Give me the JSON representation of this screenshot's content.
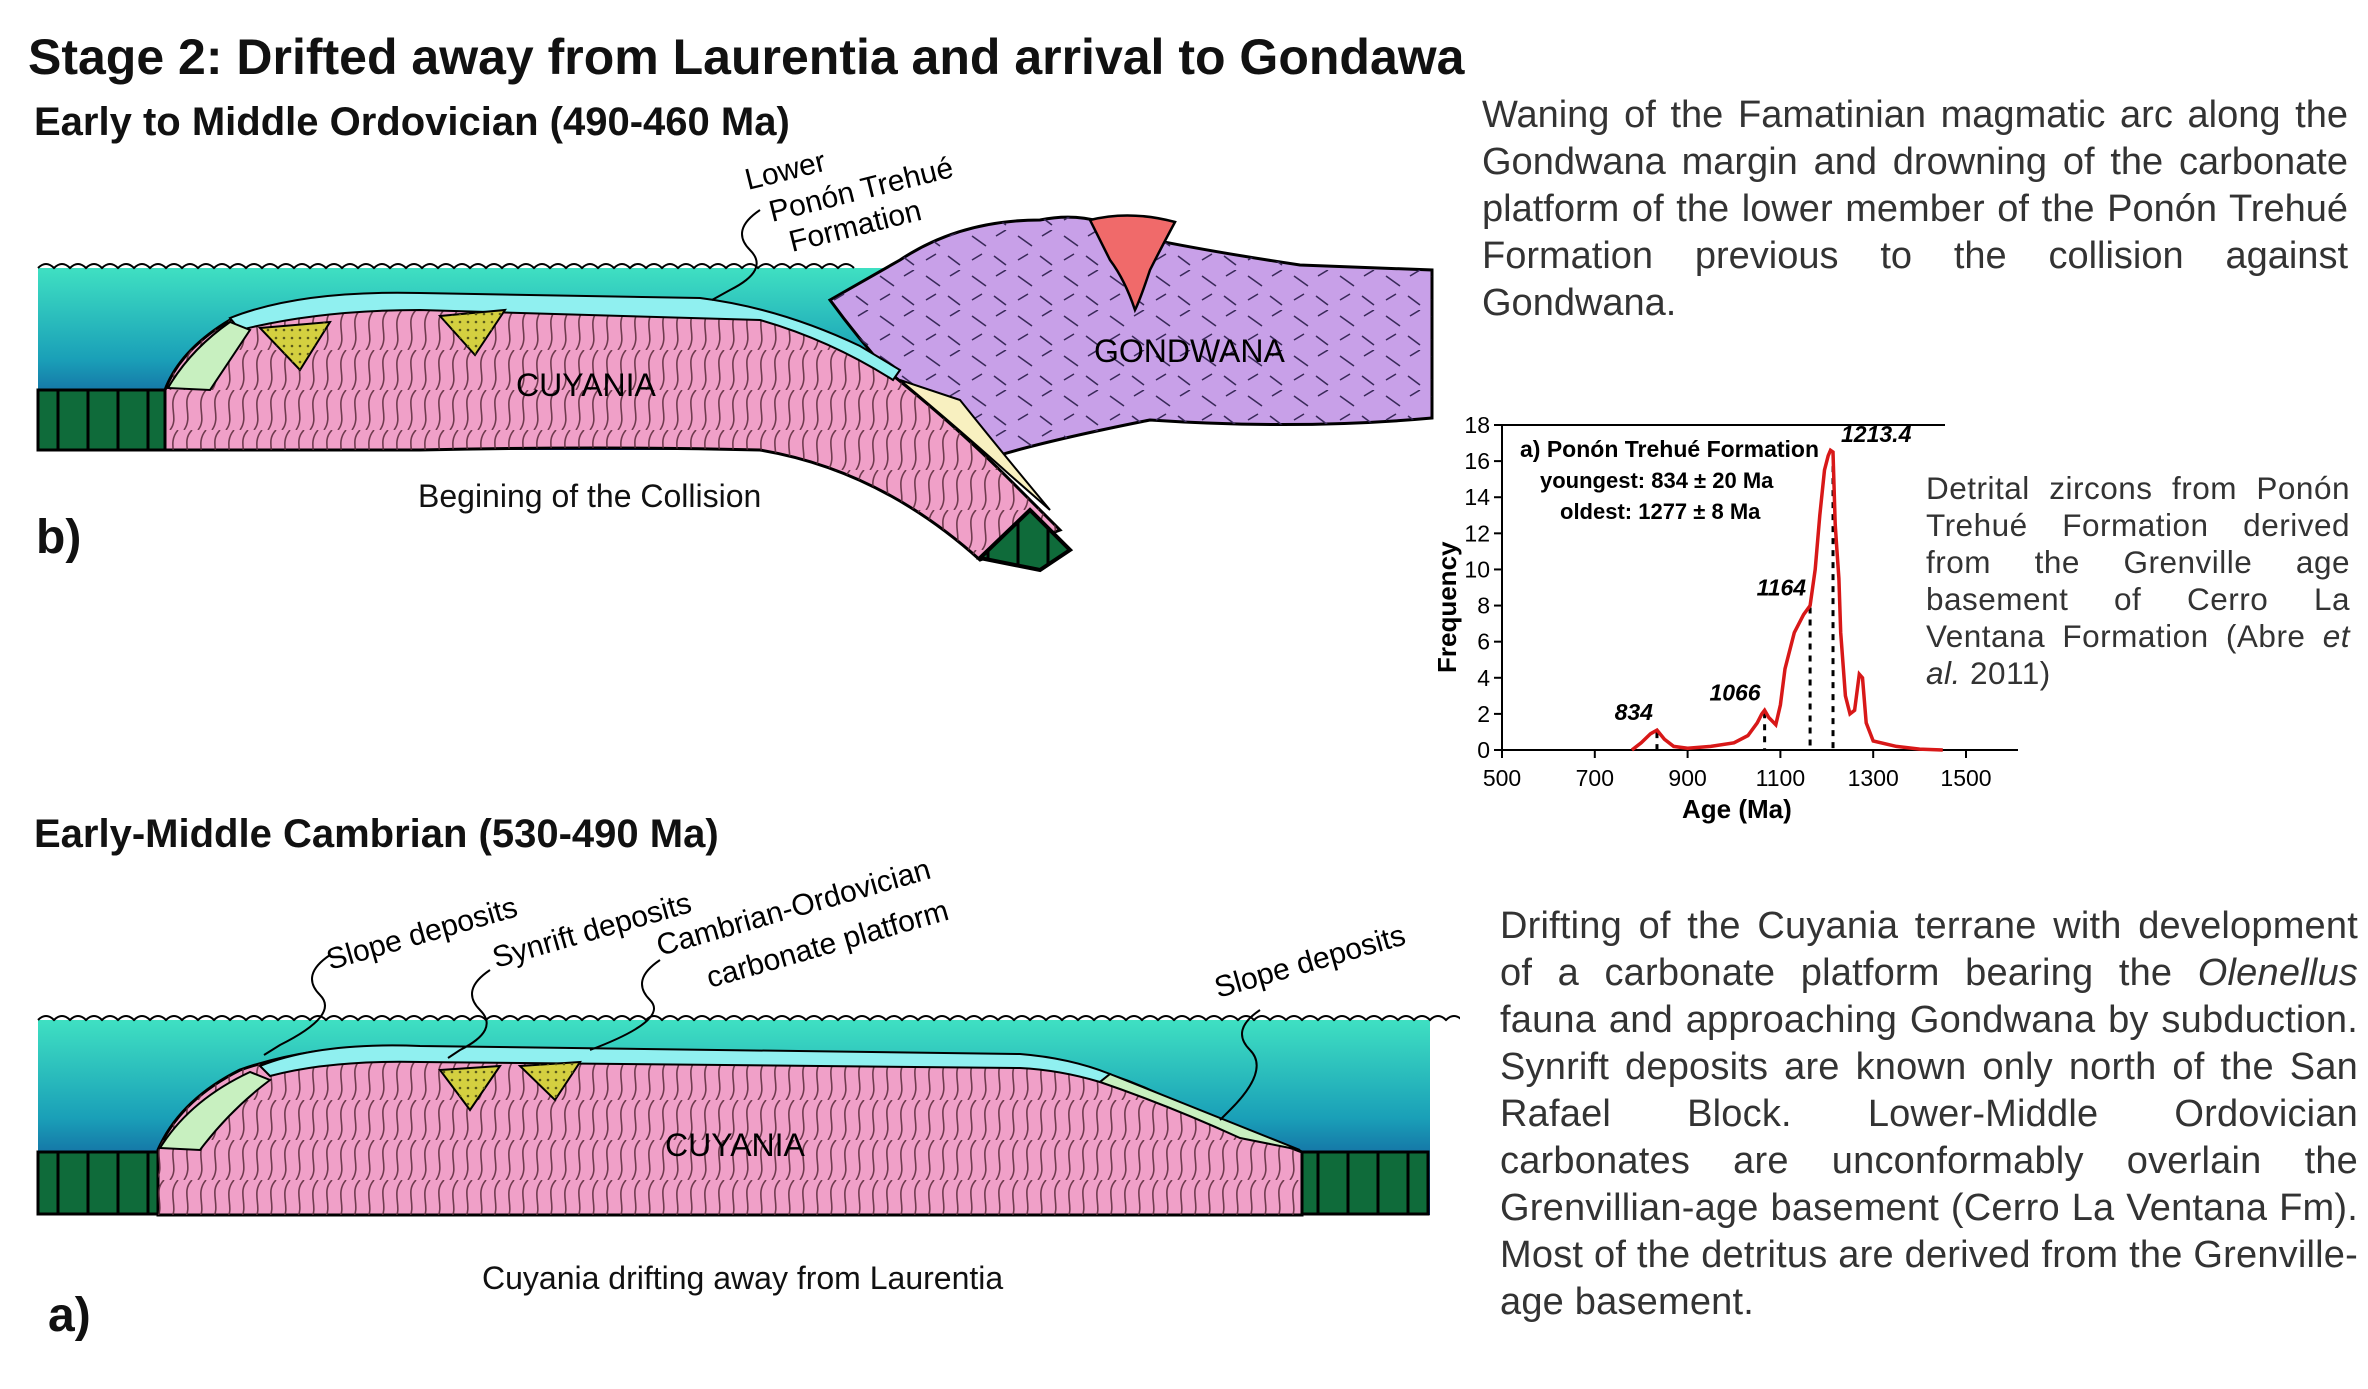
{
  "title": "Stage 2: Drifted away from Laurentia and arrival to Gondawa",
  "panel_b": {
    "subtitle": "Early to Middle Ordovician (490-460 Ma)",
    "letter": "b)",
    "label_lower_line1": "Lower",
    "label_lower_line2": "Ponón Trehué",
    "label_lower_line3": "Formation",
    "cuyania": "CUYANIA",
    "gondwana": "GONDWANA",
    "caption": "Begining of the Collision",
    "description": "Waning of the Famatinian magmatic arc along the Gondwana margin and drowning of the carbonate platform of the lower member of the Ponón Trehué Formation previous to the collision against Gondwana."
  },
  "panel_a": {
    "subtitle": "Early-Middle Cambrian (530-490 Ma)",
    "letter": "a)",
    "label_slope_left": "Slope deposits",
    "label_synrift": "Synrift deposits",
    "label_platform_line1": "Cambrian-Ordovician",
    "label_platform_line2": "carbonate platform",
    "label_slope_right": "Slope deposits",
    "cuyania": "CUYANIA",
    "caption": "Cuyania drifting away from Laurentia",
    "desc_part1": "Drifting of the Cuyania terrane with development of a carbonate platform bearing the ",
    "desc_italic": "Olenellus",
    "desc_part2": " fauna and approaching Gondwana by subduction. Synrift deposits are known only north of the San Rafael Block. Lower-Middle Ordovician carbonates are unconformably overlain the Grenvillian-age basement (Cerro La Ventana Fm). Most of the detritus are derived from the Grenville-age basement."
  },
  "zircon_text": {
    "part1": "Detrital zircons from Ponón Trehué Formation derived from the Grenville age basement of Cerro La Ventana Formation (Abre ",
    "italic": "et al.",
    "part2": " 2011)"
  },
  "chart_data": {
    "type": "line",
    "legend_line1": "a) Ponón Trehué Formation",
    "legend_line2": "youngest: 834 ± 20 Ma",
    "legend_line3": "oldest: 1277 ± 8 Ma",
    "xlabel": "Age (Ma)",
    "ylabel": "Frequency",
    "xlim": [
      500,
      1500
    ],
    "ylim": [
      0,
      18
    ],
    "xticks": [
      500,
      700,
      900,
      1100,
      1300,
      1500
    ],
    "yticks": [
      0,
      2,
      4,
      6,
      8,
      10,
      12,
      14,
      16,
      18
    ],
    "peak_labels": [
      {
        "age": 834,
        "label": "834"
      },
      {
        "age": 1066,
        "label": "1066"
      },
      {
        "age": 1164,
        "label": "1164"
      },
      {
        "age": 1213.4,
        "label": "1213.4"
      }
    ],
    "x": [
      780,
      800,
      820,
      834,
      850,
      870,
      900,
      950,
      1000,
      1030,
      1050,
      1060,
      1066,
      1075,
      1090,
      1100,
      1110,
      1130,
      1150,
      1164,
      1175,
      1185,
      1195,
      1203,
      1208,
      1213.4,
      1218,
      1222,
      1226,
      1230,
      1240,
      1250,
      1260,
      1270,
      1277,
      1285,
      1300,
      1350,
      1400,
      1450
    ],
    "y": [
      0,
      0.4,
      0.9,
      1.1,
      0.6,
      0.2,
      0.1,
      0.2,
      0.4,
      0.8,
      1.5,
      2.0,
      2.2,
      1.8,
      1.4,
      2.5,
      4.5,
      6.5,
      7.5,
      8.0,
      10.0,
      13.0,
      15.5,
      16.3,
      16.6,
      16.5,
      12.5,
      11.0,
      9.5,
      6.5,
      3.0,
      2.0,
      2.2,
      4.2,
      4.0,
      1.5,
      0.5,
      0.2,
      0.05,
      0
    ]
  }
}
